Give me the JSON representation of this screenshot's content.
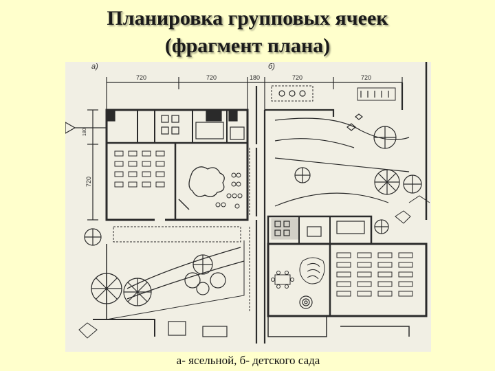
{
  "title_line1": "Планировка групповых ячеек",
  "title_line2": "(фрагмент плана)",
  "caption": "а- ясельной, б- детского сада",
  "plan": {
    "label_a": "а)",
    "label_b": "б)",
    "dimensions_top": [
      "720",
      "720",
      "180",
      "720",
      "720"
    ],
    "dimension_side": "720",
    "dimension_small": "180"
  },
  "colors": {
    "background": "#ffffcc",
    "plan_paper": "#f1efe4",
    "ink": "#2a2a2a"
  }
}
